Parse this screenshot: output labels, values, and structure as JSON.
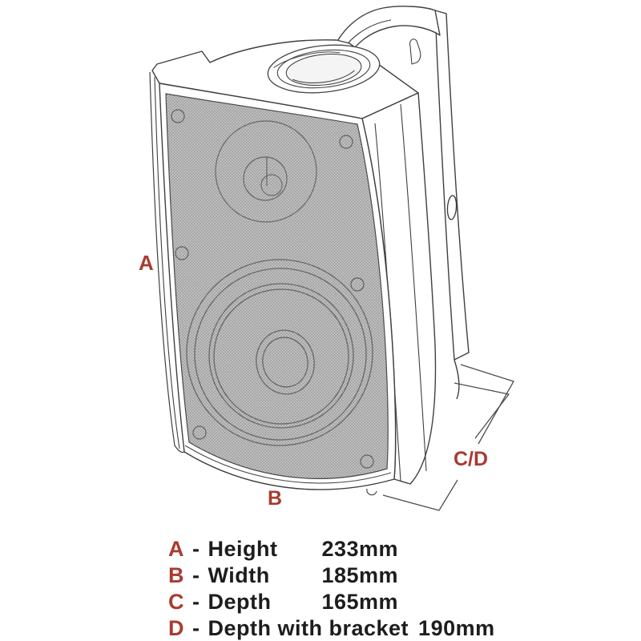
{
  "colors": {
    "accent_red": "#a93b31",
    "text_dark": "#1d1d1d",
    "line_gray": "#3f3f3f",
    "mesh_gray": "#cdcdcd"
  },
  "diagram": {
    "description": "wall-mount speaker dimension line drawing",
    "labels": [
      {
        "id": "A",
        "text": "A"
      },
      {
        "id": "B",
        "text": "B"
      },
      {
        "id": "C/D",
        "text": "C/D"
      }
    ]
  },
  "legend": {
    "separator": "-",
    "rows": [
      {
        "key": "A",
        "label": "Height",
        "value": "233mm"
      },
      {
        "key": "B",
        "label": "Width",
        "value": "185mm"
      },
      {
        "key": "C",
        "label": "Depth",
        "value": "165mm"
      },
      {
        "key": "D",
        "label": "Depth with bracket",
        "value": "190mm"
      }
    ]
  }
}
